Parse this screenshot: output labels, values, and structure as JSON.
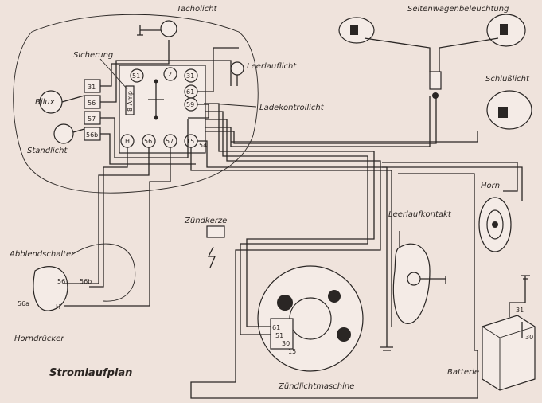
{
  "diagram": {
    "title": "Stromlaufplan",
    "labels": {
      "tacholicht": "Tacholicht",
      "sicherung": "Sicherung",
      "leerlauflicht": "Leerlauflicht",
      "ladekontrolllicht": "Ladekontrollicht",
      "bilux": "Bilux",
      "standlicht": "Standlicht",
      "seitenwagen": "Seitenwagenbeleuchtung",
      "schlusslicht": "Schlußlicht",
      "horn": "Horn",
      "leerlaufkontakt": "Leerlaufkontakt",
      "zuendkerze": "Zündkerze",
      "abblendschalter": "Abblendschalter",
      "horndruecker": "Horndrücker",
      "batterie": "Batterie",
      "zuendlichtmaschine": "Zündlichtmaschine",
      "fuse_rating": "8 Amp"
    },
    "switch_terminals": {
      "t51a": "51",
      "t2": "2",
      "t31": "31",
      "t61": "61",
      "t59": "59",
      "tH": "H",
      "t56": "56",
      "t57": "57",
      "t15": "15",
      "t54": "54"
    },
    "headlamp_terminals": {
      "t31": "31",
      "t56": "56",
      "t57": "57",
      "t56b": "56b"
    },
    "dipswitch_terminals": {
      "t56": "56",
      "t56b": "56b",
      "t56a": "56a",
      "tH": "H"
    },
    "generator_terminals": {
      "t61": "61",
      "t51": "51",
      "t30": "30",
      "t15": "15"
    },
    "battery_terminals": {
      "t31": "31",
      "t30": "30"
    }
  }
}
